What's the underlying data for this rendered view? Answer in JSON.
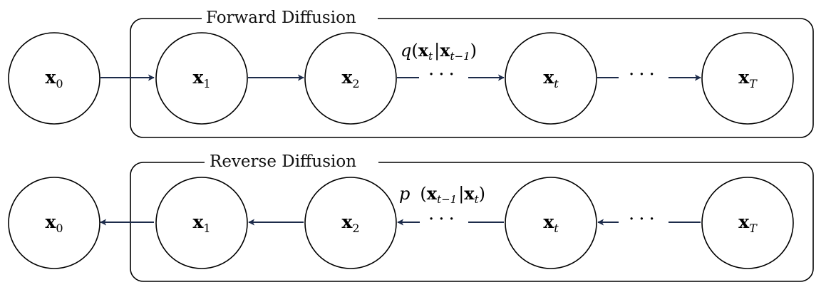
{
  "forward": {
    "title": "Forward Diffusion",
    "equation": {
      "fn": "q",
      "x1": "x",
      "s1": "t",
      "bar": "|",
      "x2": "x",
      "s2": "t−1"
    },
    "nodes": [
      {
        "base": "x",
        "sub": "0",
        "sub_italic": false
      },
      {
        "base": "x",
        "sub": "1",
        "sub_italic": false
      },
      {
        "base": "x",
        "sub": "2",
        "sub_italic": false
      },
      {
        "base": "x",
        "sub": "t",
        "sub_italic": true
      },
      {
        "base": "x",
        "sub": "T",
        "sub_italic": true
      }
    ],
    "ellipsis": [
      "···",
      "···"
    ]
  },
  "reverse": {
    "title": "Reverse Diffusion",
    "equation": {
      "fn": "p",
      "x1": "x",
      "s1": "t−1",
      "bar": "|",
      "x2": "x",
      "s2": "t"
    },
    "nodes": [
      {
        "base": "x",
        "sub": "0",
        "sub_italic": false
      },
      {
        "base": "x",
        "sub": "1",
        "sub_italic": false
      },
      {
        "base": "x",
        "sub": "2",
        "sub_italic": false
      },
      {
        "base": "x",
        "sub": "t",
        "sub_italic": true
      },
      {
        "base": "x",
        "sub": "T",
        "sub_italic": true
      }
    ],
    "ellipsis": [
      "···",
      "···"
    ]
  },
  "colors": {
    "edge": "#1c2b4a",
    "stroke": "#000000",
    "background": "#ffffff"
  }
}
